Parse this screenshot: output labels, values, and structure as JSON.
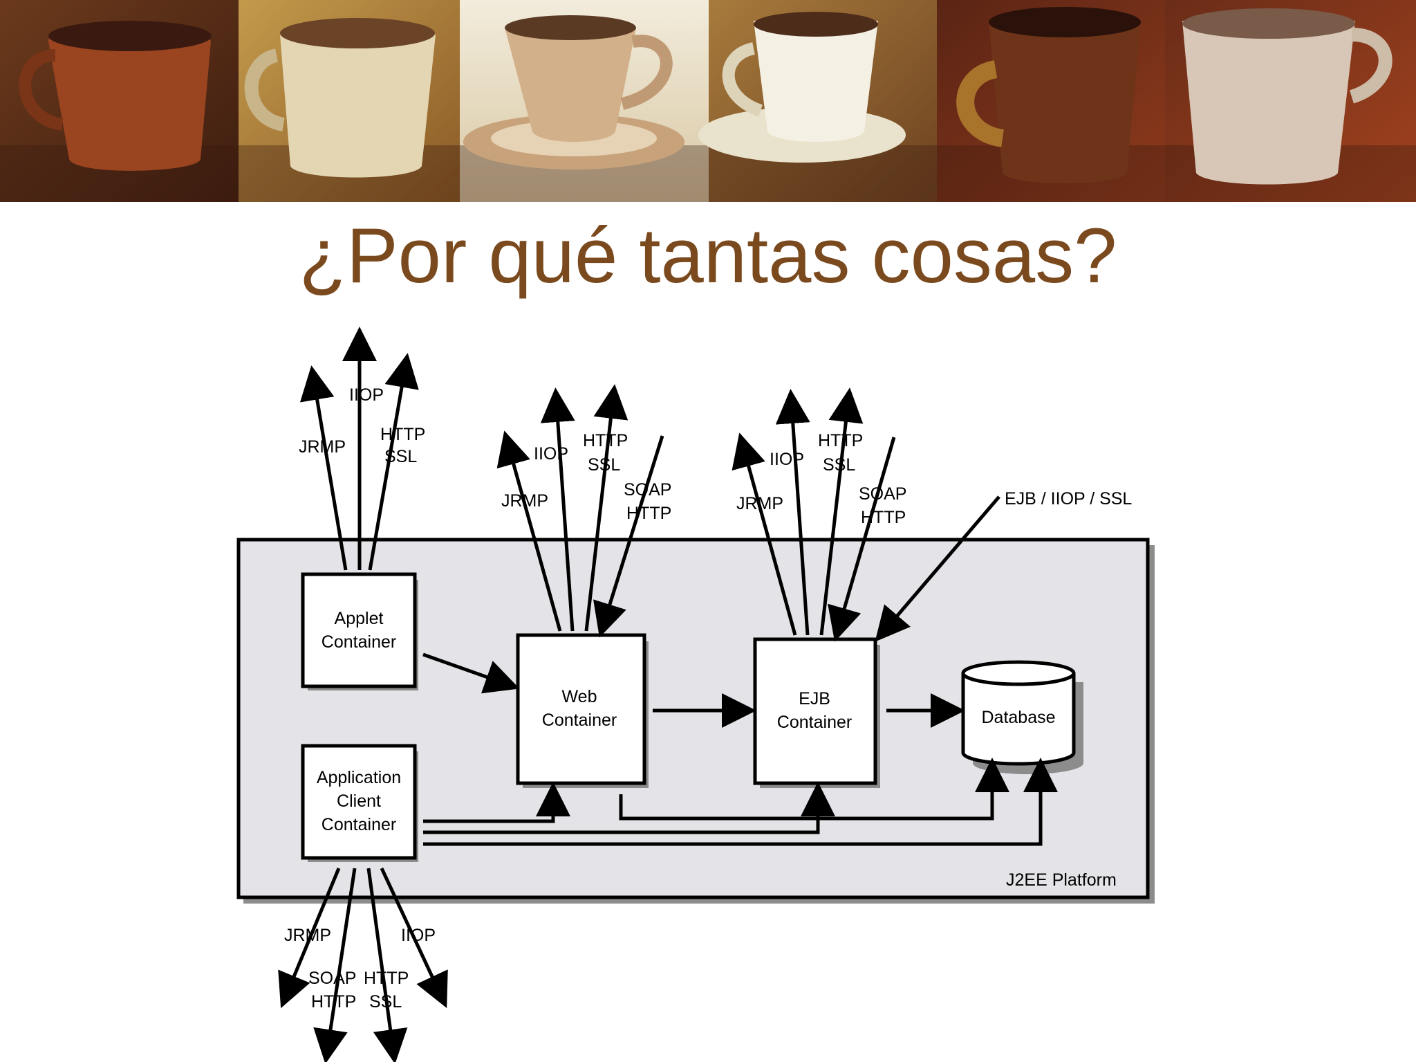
{
  "slide": {
    "title": "¿Por qué tantas cosas?"
  },
  "banner": {
    "description_icon": "coffee-cups-painting",
    "colors": {
      "dark_brown": "#4a2414",
      "rust": "#9b4a22",
      "ochre": "#b88a3a",
      "cream": "#efe6d2",
      "tan": "#c8a886"
    }
  },
  "diagram": {
    "platform_label": "J2EE Platform",
    "containers": {
      "applet": [
        "Applet",
        "Container"
      ],
      "web": [
        "Web",
        "Container"
      ],
      "ejb": [
        "EJB",
        "Container"
      ],
      "app_client": [
        "Application",
        "Client",
        "Container"
      ],
      "database": "Database"
    },
    "protocols": {
      "applet": {
        "jrmp": "JRMP",
        "iiop": "IIOP",
        "http": "HTTP",
        "ssl": "SSL"
      },
      "web": {
        "jrmp": "JRMP",
        "iiop": "IIOP",
        "http": "HTTP",
        "ssl": "SSL",
        "soap": "SOAP",
        "soap_http": "HTTP"
      },
      "ejb": {
        "jrmp": "JRMP",
        "iiop": "IIOP",
        "http": "HTTP",
        "ssl": "SSL",
        "soap": "SOAP",
        "soap_http": "HTTP",
        "ejb_iiop_ssl": "EJB / IIOP / SSL"
      },
      "app_client": {
        "jrmp": "JRMP",
        "iiop": "IIOP",
        "soap": "SOAP",
        "soap_http": "HTTP",
        "http": "HTTP",
        "ssl": "SSL"
      }
    },
    "colors": {
      "platform_fill": "#e4e3e8",
      "box_fill": "#ffffff",
      "stroke": "#000000",
      "shadow": "#8c8c8c"
    }
  }
}
